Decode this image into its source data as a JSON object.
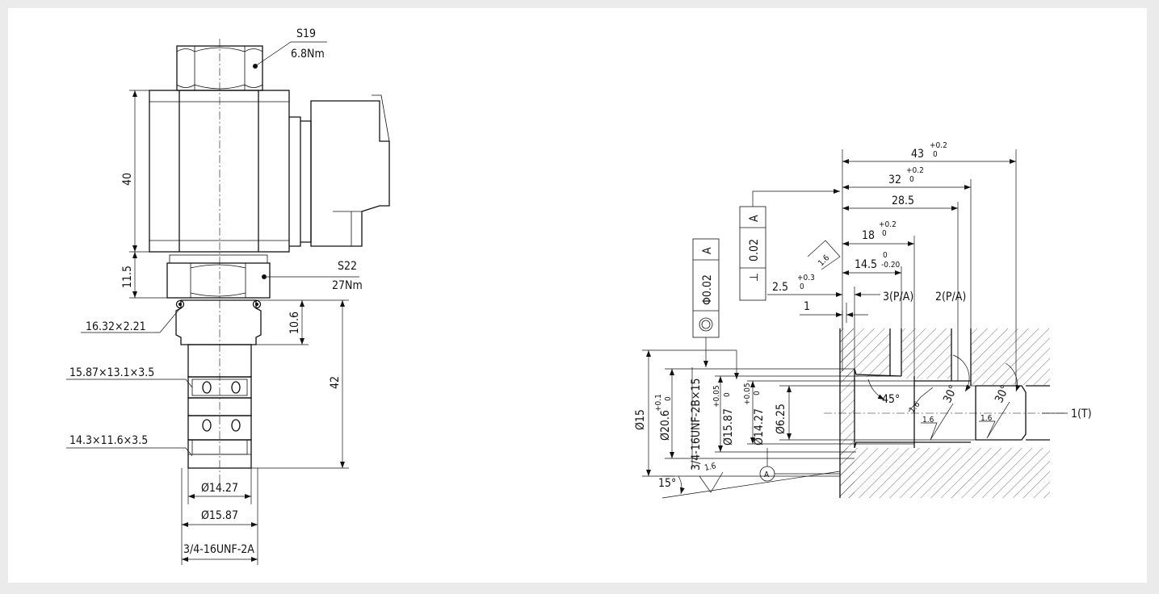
{
  "left_view": {
    "nut_top": {
      "size": "S19",
      "torque": "6.8Nm"
    },
    "coil_height": "40",
    "nut_mid_height": "11.5",
    "nut_mid": {
      "size": "S22",
      "torque": "27Nm"
    },
    "oring1": "16.32×2.21",
    "oring2": "15.87×13.1×3.5",
    "oring3": "14.3×11.6×3.5",
    "dim_10_6": "10.6",
    "dim_42": "42",
    "dia1": "Ø14.27",
    "dia2": "Ø15.87",
    "thread": "3/4-16UNF-2A"
  },
  "right_view": {
    "d43": "43",
    "d43_tol": [
      "+0.2",
      "0"
    ],
    "d32": "32",
    "d32_tol": [
      "+0.2",
      "0"
    ],
    "d28_5": "28.5",
    "d18": "18",
    "d18_tol": [
      "+0.2",
      "0"
    ],
    "d14_5": "14.5",
    "d14_5_tol": [
      "0",
      "-0.20"
    ],
    "d2_5": "2.5",
    "d2_5_tol": [
      "+0.3",
      "0"
    ],
    "d1": "1",
    "port3": "3(P/A)",
    "port2": "2(P/A)",
    "port1": "1(T)",
    "fcf_perp": {
      "symbol": "⊥",
      "value": "0.02",
      "datum": "A"
    },
    "fcf_conc": {
      "symbol": "Φ0.02",
      "value": "",
      "datum": "A"
    },
    "rough": "1.6",
    "ang45": "45°",
    "ang30": "30°",
    "ang15": "15°",
    "dia15": "Ø15",
    "dia20_6": "Ø20.6",
    "dia20_6_tol": [
      "+0.1",
      "0"
    ],
    "thread_int": "3/4-16UNF-2B×15",
    "dia15_87": "Ø15.87",
    "dia15_87_tol": [
      "+0.05",
      "0"
    ],
    "dia14_27": "Ø14.27",
    "dia14_27_tol": [
      "+0.05",
      "0"
    ],
    "dia6_25": "Ø6.25",
    "datum": "A"
  }
}
